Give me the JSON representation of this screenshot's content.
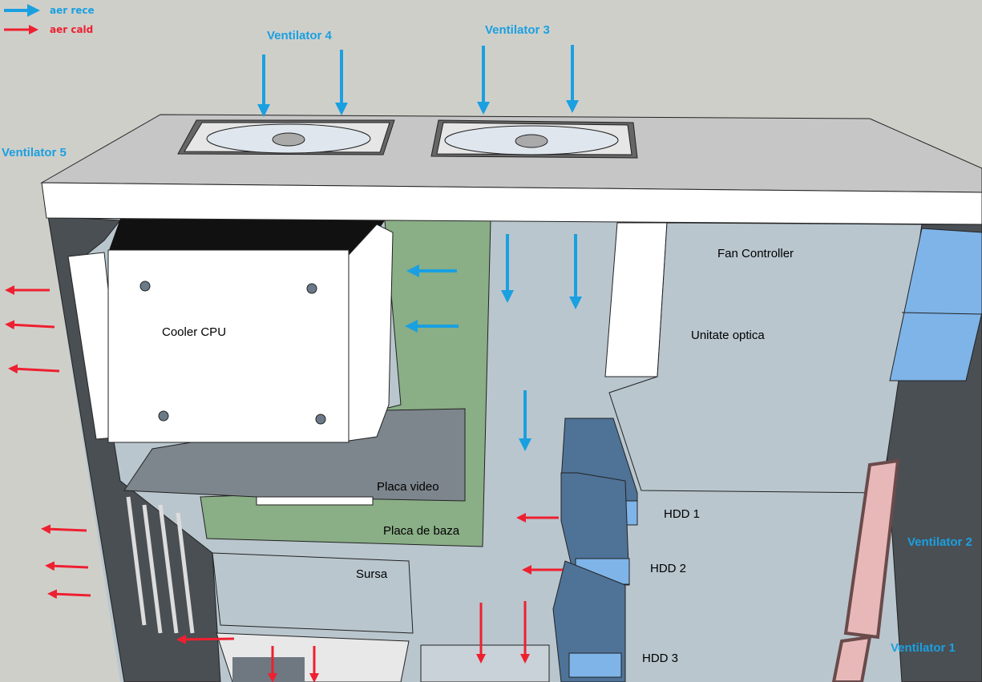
{
  "legend": {
    "cold_air": "aer rece",
    "hot_air": "aer cald"
  },
  "colors": {
    "cold_air": "#1aa0e0",
    "hot_air": "#ee2030",
    "background": "#cfcfca",
    "motherboard": "#8aae86",
    "interior": "#b9c6ce"
  },
  "labels": {
    "fan4": "Ventilator 4",
    "fan3": "Ventilator 3",
    "fan5": "Ventilator 5",
    "fan2": "Ventilator 2",
    "fan1": "Ventilator 1",
    "cpu_cooler": "Cooler CPU",
    "fan_controller": "Fan Controller",
    "optical_drive": "Unitate optica",
    "gpu": "Placa video",
    "motherboard": "Placa de baza",
    "psu": "Sursa",
    "hdd1": "HDD 1",
    "hdd2": "HDD 2",
    "hdd3": "HDD 3"
  }
}
